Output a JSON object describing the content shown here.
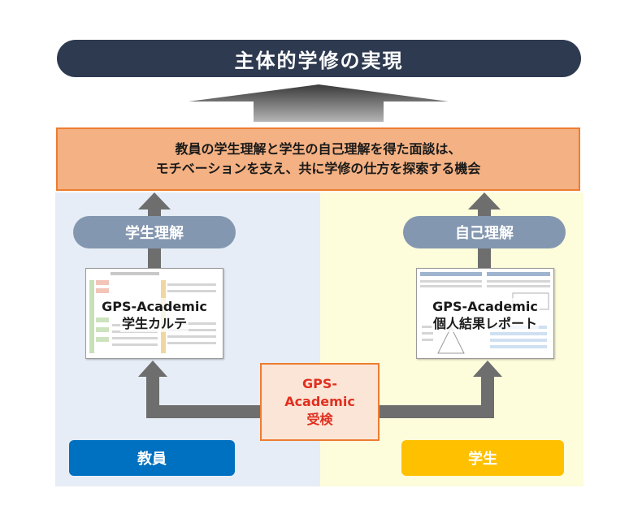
{
  "title": "主体的学修の実現",
  "summary": {
    "line1": "教員の学生理解と学生の自己理解を得た面談は、",
    "line2": "モチベーションを支え、共に学修の仕方を探索する機会"
  },
  "left": {
    "pill": "学生理解",
    "doc_line1": "GPS-Academic",
    "doc_line2": "学生カルテ",
    "role": "教員"
  },
  "right": {
    "pill": "自己理解",
    "doc_line1": "GPS-Academic",
    "doc_line2": "個人結果レポート",
    "role": "学生"
  },
  "center": {
    "line1": "GPS-",
    "line2": "Academic",
    "line3": "受検"
  },
  "colors": {
    "title_bg": "#2e3a50",
    "summary_bg": "#f4b183",
    "summary_border": "#ed7d31",
    "pill_bg": "#8497b0",
    "arrow": "#7a7a7a",
    "teacher": "#0070c0",
    "student": "#ffc000",
    "exam_text": "#e03020",
    "left_panel": "#e6edf6",
    "right_panel": "#fdfcdb"
  }
}
